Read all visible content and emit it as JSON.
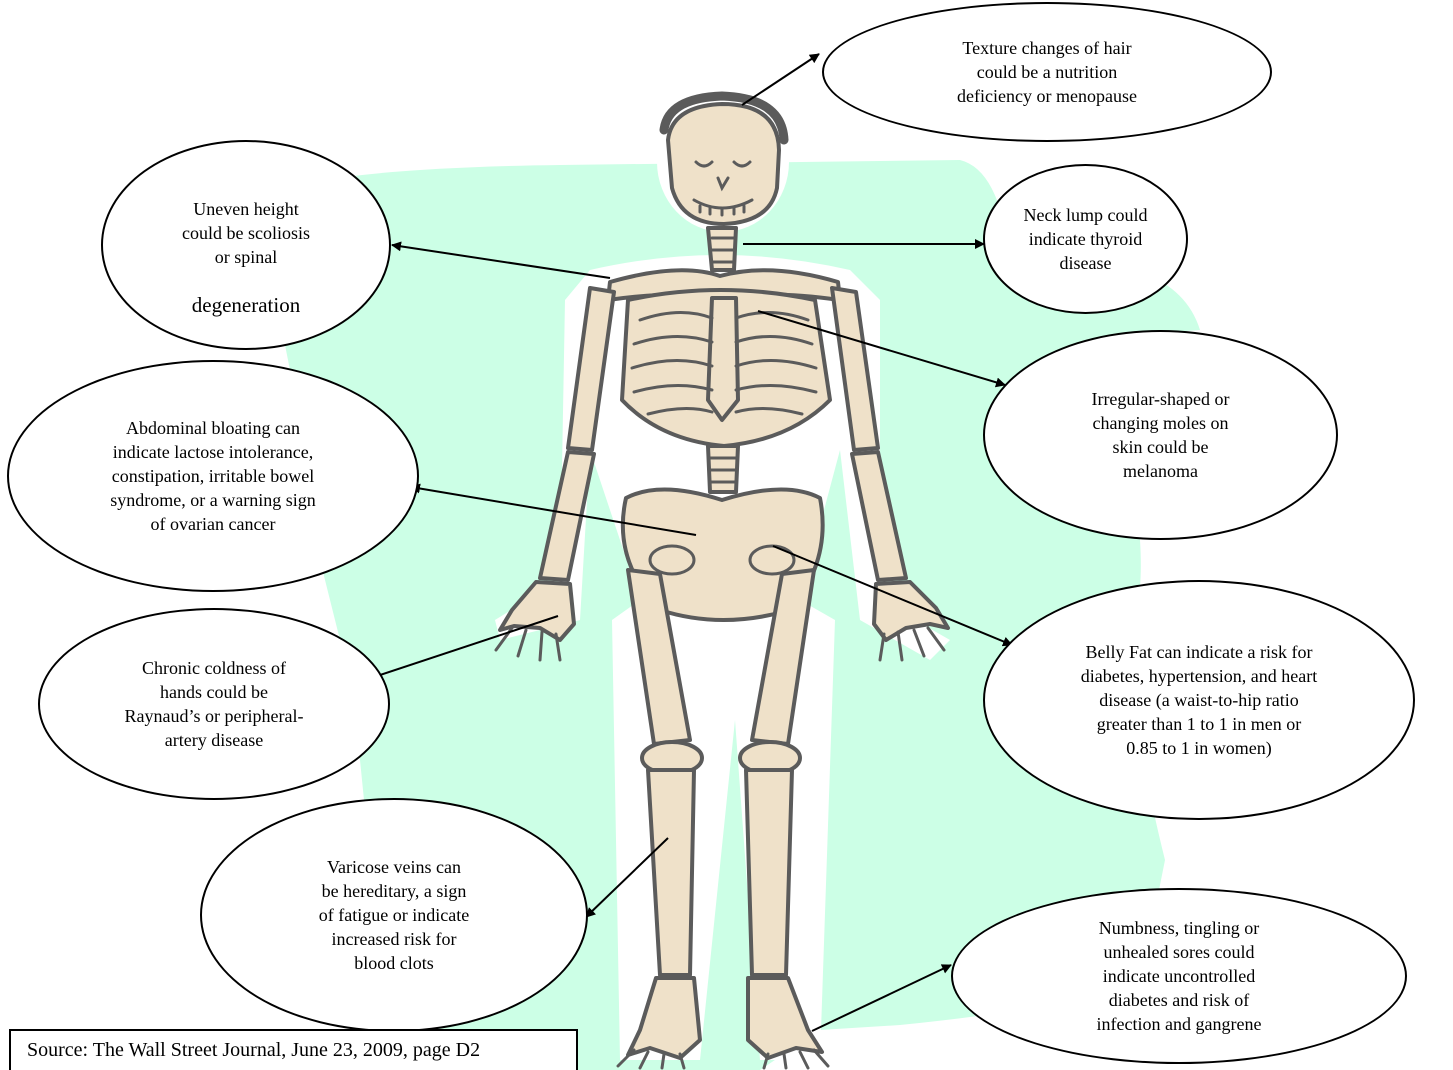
{
  "colors": {
    "background_blob": "#ccffe6",
    "bone_fill": "#efe1c9",
    "bone_outline": "#5b5b5b",
    "ellipse_fill": "#ffffff",
    "line": "#000000"
  },
  "callouts": {
    "hair": "Texture changes of hair\ncould be a nutrition\ndeficiency or menopause",
    "height_a": "Uneven height\ncould be scoliosis\nor spinal",
    "height_b": "degeneration",
    "neck": "Neck lump could\nindicate thyroid\ndisease",
    "moles": "Irregular-shaped or\nchanging moles on\nskin could be\nmelanoma",
    "bloating": "Abdominal bloating can\nindicate lactose intolerance,\nconstipation, irritable bowel\nsyndrome, or a warning sign\nof ovarian cancer",
    "belly": "Belly Fat can indicate a risk for\ndiabetes, hypertension, and heart\ndisease (a waist-to-hip ratio\ngreater than 1 to 1 in men or\n0.85 to 1 in women)",
    "hands": "Chronic coldness of\nhands could be\nRaynaud’s or peripheral-\nartery disease",
    "veins": "Varicose veins can\nbe hereditary,  a sign\nof fatigue or indicate\nincreased risk for\nblood clots",
    "feet": "Numbness, tingling or\nunhealed sores could\nindicate uncontrolled\ndiabetes and risk of\ninfection and gangrene"
  },
  "source": "Source: The Wall Street Journal, June 23, 2009, page D2"
}
